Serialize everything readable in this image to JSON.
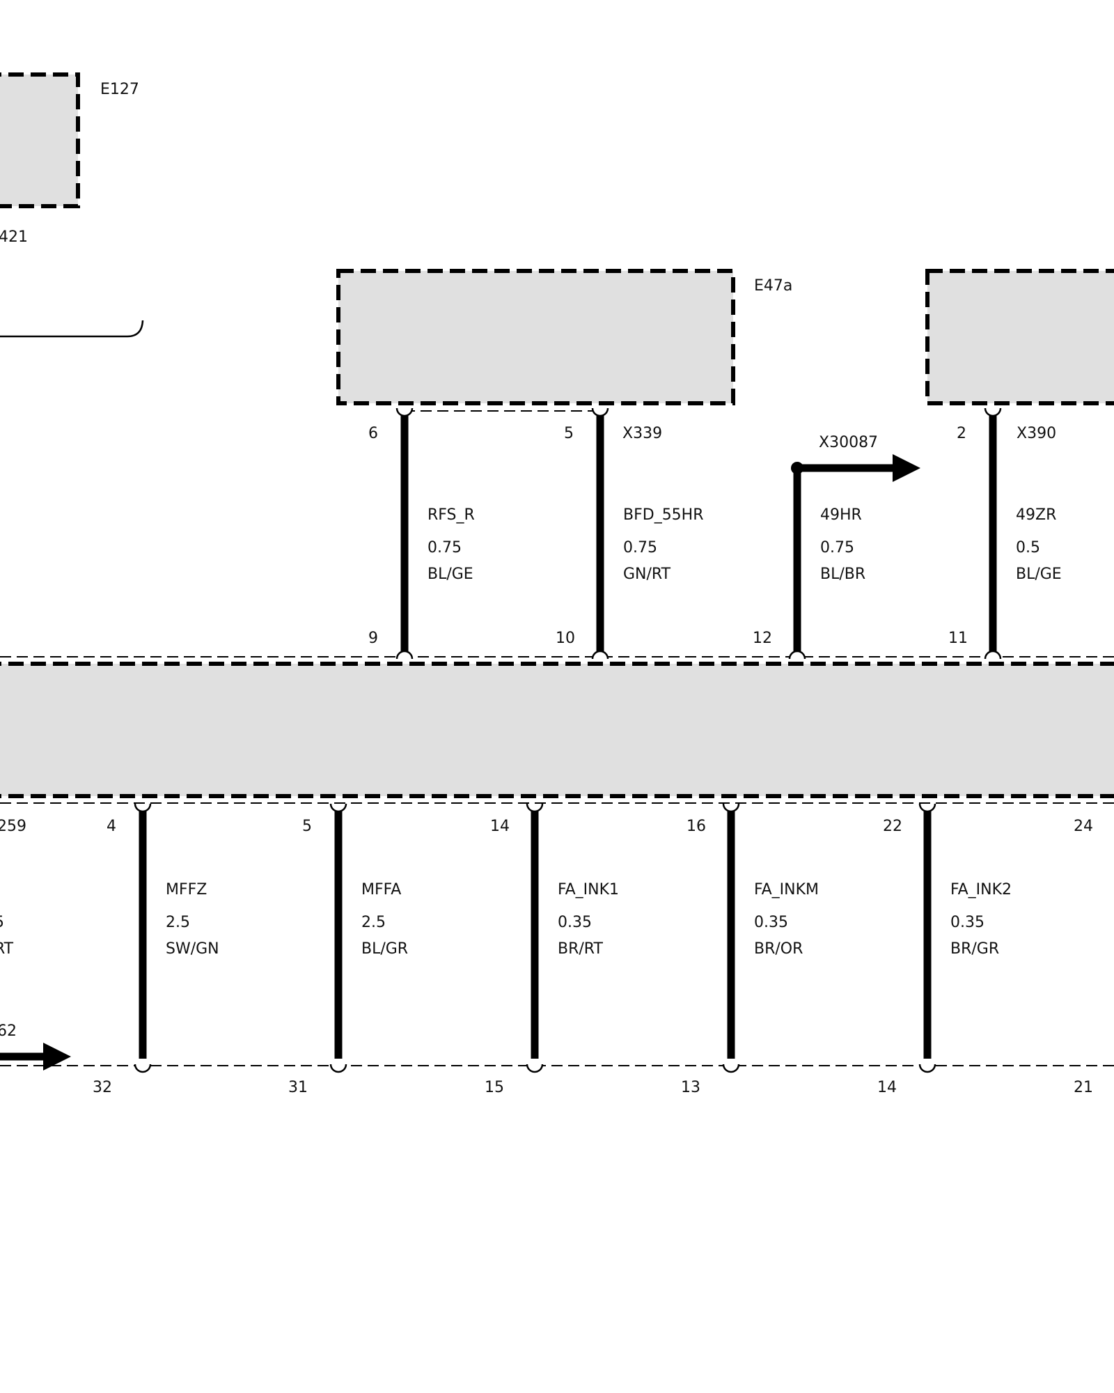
{
  "components": {
    "e127": {
      "label": "E127",
      "lower_label": "421"
    },
    "e47a": {
      "label": "E47a",
      "connector": "X339"
    },
    "right_module": {
      "connector": "X390"
    },
    "main_module": {
      "connector_bottom": "259"
    },
    "splice": {
      "label": "X30087"
    },
    "left_arrow": {
      "label": "62"
    }
  },
  "top_wires": [
    {
      "id": "rfs",
      "pin_top": "6",
      "pin_bottom": "9",
      "name": "RFS_R",
      "size": "0.75",
      "color": "BL/GE"
    },
    {
      "id": "bfd",
      "pin_top": "5",
      "pin_bottom": "10",
      "name": "BFD_55HR",
      "size": "0.75",
      "color": "GN/RT"
    },
    {
      "id": "49hr",
      "pin_top": "",
      "pin_bottom": "12",
      "name": "49HR",
      "size": "0.75",
      "color": "BL/BR"
    },
    {
      "id": "49zr",
      "pin_top": "2",
      "pin_bottom": "11",
      "name": "49ZR",
      "size": "0.5",
      "color": "BL/GE"
    }
  ],
  "bottom_wires": [
    {
      "id": "mffz",
      "pin_top": "4",
      "pin_bottom": "32",
      "name": "MFFZ",
      "size": "2.5",
      "color": "SW/GN"
    },
    {
      "id": "mffa",
      "pin_top": "5",
      "pin_bottom": "31",
      "name": "MFFA",
      "size": "2.5",
      "color": "BL/GR"
    },
    {
      "id": "fa_ink1",
      "pin_top": "14",
      "pin_bottom": "15",
      "name": "FA_INK1",
      "size": "0.35",
      "color": "BR/RT"
    },
    {
      "id": "fa_inkm",
      "pin_top": "16",
      "pin_bottom": "13",
      "name": "FA_INKM",
      "size": "0.35",
      "color": "BR/OR"
    },
    {
      "id": "fa_ink2",
      "pin_top": "22",
      "pin_bottom": "14",
      "name": "FA_INK2",
      "size": "0.35",
      "color": "BR/GR"
    }
  ],
  "right_edge_pins": {
    "top": "24",
    "bottom": "21"
  },
  "left_partial": {
    "size": "5",
    "color": "RT"
  }
}
